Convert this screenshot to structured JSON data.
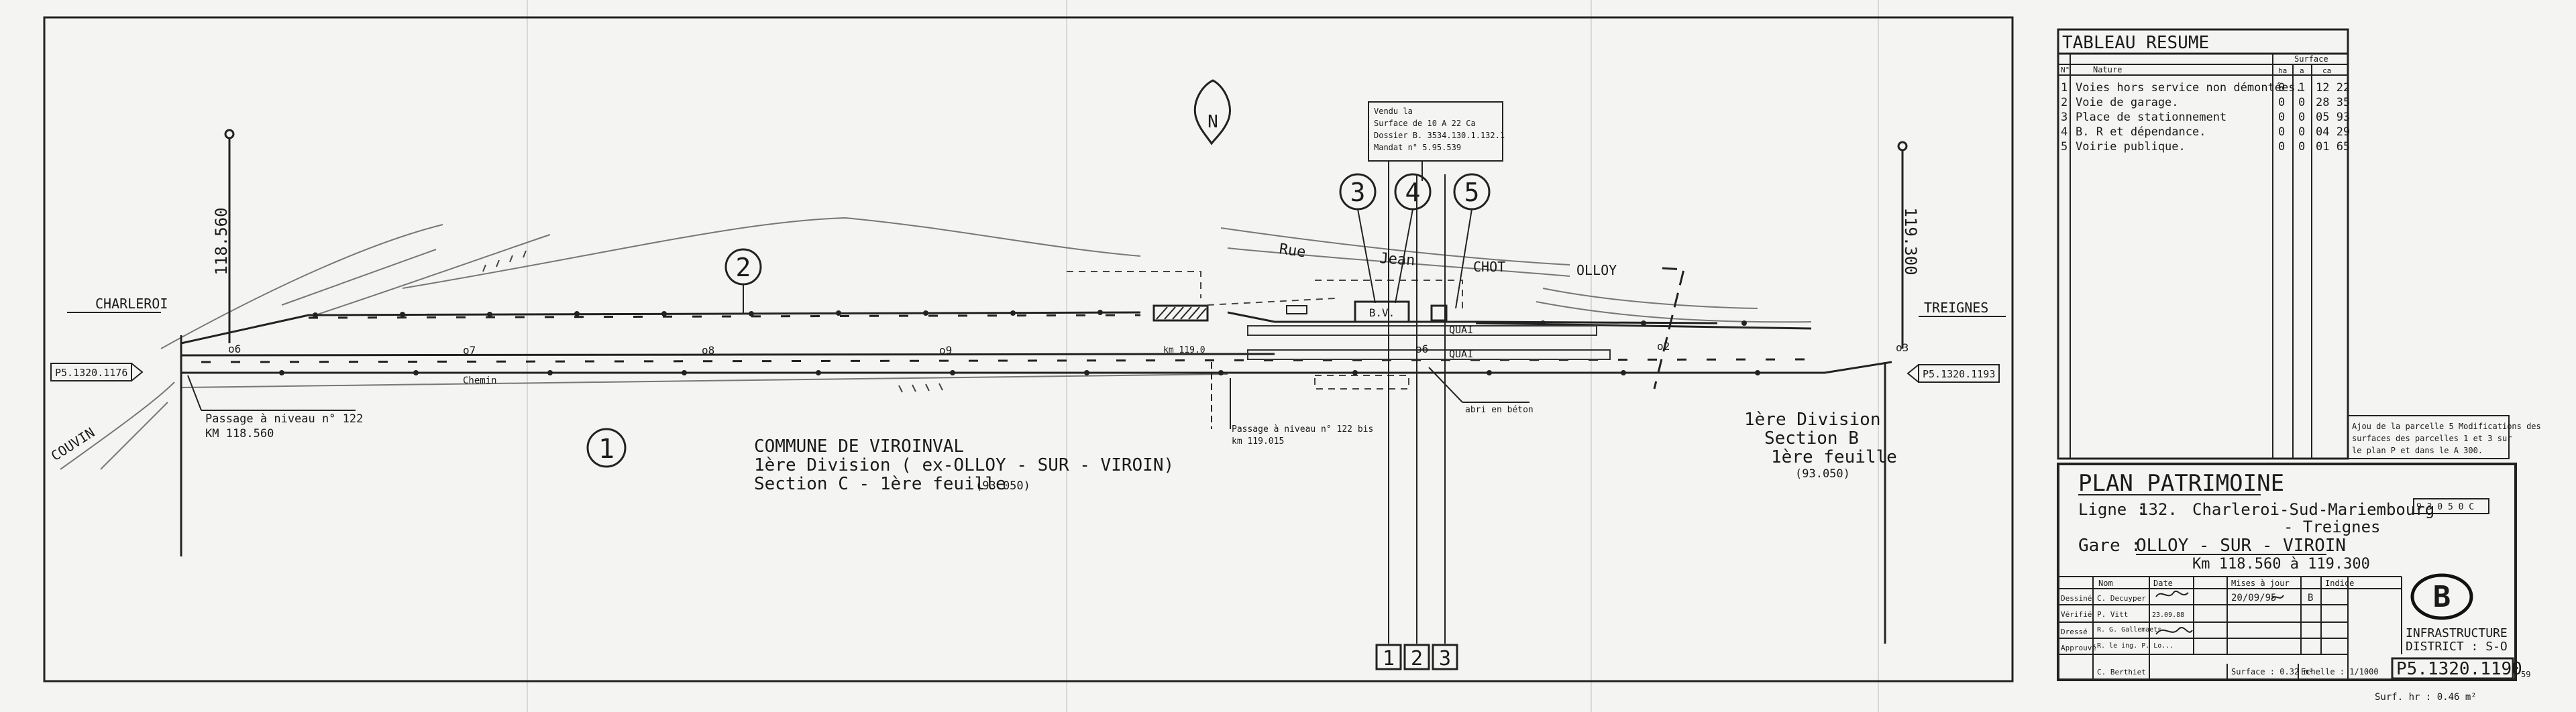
{
  "map": {
    "north_symbol": "N",
    "dir_left": "CHARLEROI",
    "dir_right": "TREIGNES",
    "dir_couvin": "COUVIN",
    "km_left": "118.560",
    "km_right": "119.300",
    "ps_left": "P5.1320.1176",
    "ps_right": "P5.1320.1193",
    "street": {
      "rue": "Rue",
      "jean": "Jean",
      "chot": "CHOT",
      "olloy": "OLLOY"
    },
    "chemin": "Chemin",
    "quai_top": "QUAI",
    "quai_bottom": "QUAI",
    "km_119": "km 119.0",
    "bv": "B.V.",
    "marks": {
      "o6a": "o6",
      "o7": "o7",
      "o8": "o8",
      "o9": "o9",
      "o6b": "o6",
      "o2": "o2",
      "o3": "o3"
    },
    "pn_left": {
      "line1": "Passage à niveau  n° 122",
      "line2": "KM  118.560"
    },
    "pn_mid": {
      "line1": "Passage à niveau n° 122 bis",
      "line2": "km 119.015"
    },
    "abri": "abri en béton",
    "sold_note": [
      "Vendu  la",
      "Surface de 10 A 22 Ca",
      "Dossier  B. 3534.130.1.132.1",
      "Mandat n° 5.95.539"
    ],
    "circles": [
      "1",
      "2",
      "3",
      "4",
      "5"
    ],
    "boxes": [
      "1",
      "2",
      "3"
    ],
    "commune": {
      "line1": "COMMUNE   DE   VIROINVAL",
      "line2": "1ère Division ( ex-OLLOY - SUR - VIROIN)",
      "line3": "Section C -  1ère  feuille",
      "line3_code": "(93.050)"
    },
    "division_right": {
      "line1": "1ère Division",
      "line2": "Section B",
      "line3": "1ère feuille",
      "line4": "(93.050)"
    }
  },
  "summary": {
    "title": "TABLEAU RESUME",
    "col_no": "N°",
    "col_nature": "Nature",
    "col_surface": "Surface",
    "col_units": [
      "ha",
      "a",
      "ca"
    ],
    "rows": [
      {
        "no": "1",
        "nature": "Voies hors service non démontées.",
        "ha": "0",
        "a": "1",
        "ca": "12 22"
      },
      {
        "no": "2",
        "nature": "Voie  de  garage.",
        "ha": "0",
        "a": "0",
        "ca": "28 35"
      },
      {
        "no": "3",
        "nature": "Place de stationnement",
        "ha": "0",
        "a": "0",
        "ca": "05 93"
      },
      {
        "no": "4",
        "nature": "B. R  et   dépendance.",
        "ha": "0",
        "a": "0",
        "ca": "04 29"
      },
      {
        "no": "5",
        "nature": "Voirie   publique.",
        "ha": "0",
        "a": "0",
        "ca": "01 65"
      }
    ],
    "note": [
      "Ajou de la parcelle 5 Modifications des",
      "surfaces des parcelles 1 et 3 sur",
      "le plan P et dans le A 300."
    ]
  },
  "title_block": {
    "title": "PLAN PATRIMOINE",
    "ligne_label": "Ligne :",
    "ligne_no": "132.",
    "ligne_name": "Charleroi-Sud-Mariembourg",
    "ligne_name2": "- Treignes",
    "gare_label": "Gare :",
    "gare": "OLLOY - SUR - VIROIN",
    "km": "Km 118.560  à  119.300",
    "ref_small": "9 3 0 5 0 C",
    "head_nom": "Nom",
    "head_date": "Date",
    "head_mise": "Mises à jour",
    "head_indice": "Indice",
    "roles": [
      "Dessiné",
      "Vérifié",
      "Dressé",
      "Approuvé"
    ],
    "names": [
      "C. Decuyper",
      "P. Vitt",
      "R. G. Gallemaets",
      "R. le ing. P. Lo...",
      "C. Berthiet"
    ],
    "dates": [
      "",
      "23.09.88",
      "",
      ""
    ],
    "mise_date": "20/09/95",
    "mise_indice": "B",
    "surface": "Surface : 0.32 m²",
    "echelle": "Echelle : 1/1000",
    "infra": "INFRASTRUCTURE",
    "district": "DISTRICT : S-O",
    "logo": "B",
    "drawing_no": "P5.1320.1190",
    "sheet_no": "59",
    "surf_footer": "Surf. hr : 0.46 m²"
  }
}
